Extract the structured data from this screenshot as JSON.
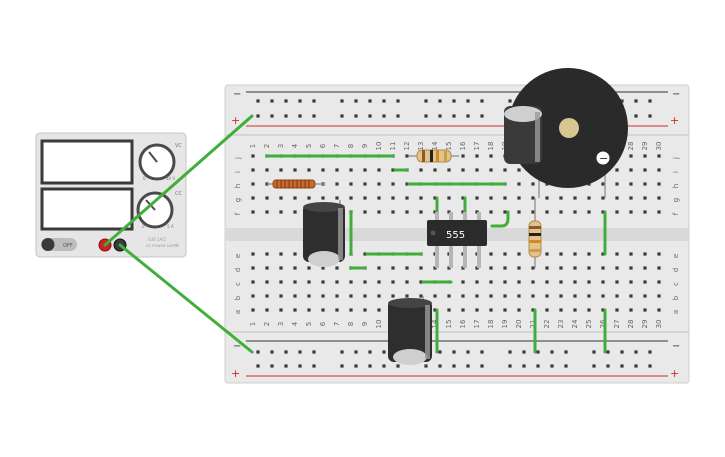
{
  "power_supply": {
    "off_label": "OFF",
    "vc_label": "VC",
    "cc_label": "CC",
    "knob1_min": "0",
    "knob1_max": "30 V",
    "knob2_min": "0",
    "knob2_max": "5 A",
    "brand_label": "S30 1A/2",
    "model_label": "DC POWER SUPPLY"
  },
  "breadboard": {
    "rail_plus": "+",
    "rail_minus": "−",
    "columns": [
      "1",
      "2",
      "3",
      "4",
      "5",
      "6",
      "7",
      "8",
      "9",
      "10",
      "11",
      "12",
      "13",
      "14",
      "15",
      "16",
      "17",
      "18",
      "19",
      "20",
      "21",
      "22",
      "23",
      "24",
      "25",
      "26",
      "27",
      "28",
      "29",
      "30"
    ],
    "rows_top": [
      "j",
      "i",
      "h",
      "g",
      "f"
    ],
    "rows_bottom": [
      "e",
      "d",
      "c",
      "b",
      "a"
    ]
  },
  "ic": {
    "label": "555"
  },
  "buzzer": {
    "minus_symbol": "−"
  },
  "colors": {
    "wire": "#3fae3a",
    "rail_red": "#cc2d2d",
    "rail_black": "#333333",
    "board": "#e9e9e9",
    "hole": "#3a3a3a"
  }
}
